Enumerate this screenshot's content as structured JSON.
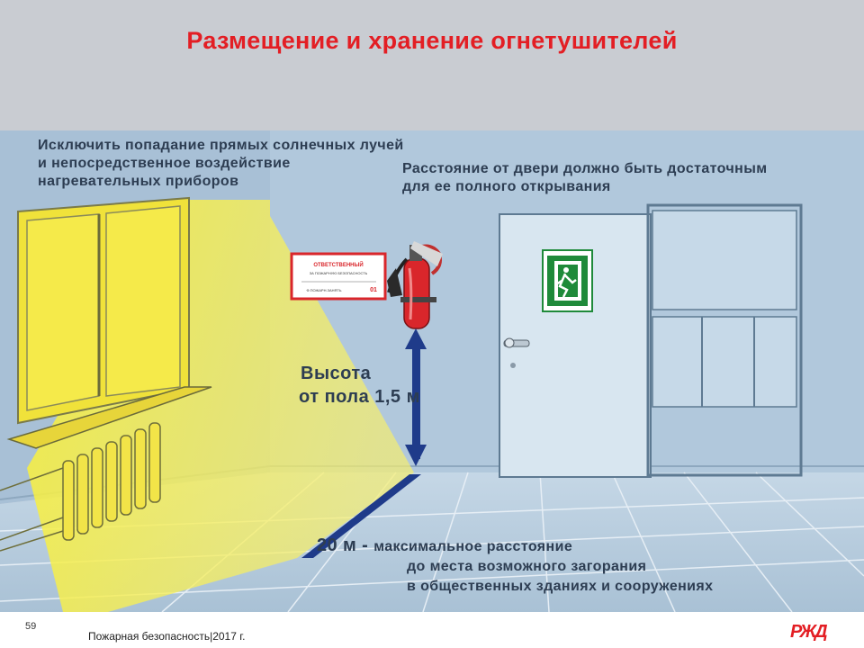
{
  "slide": {
    "title": "Размещение и хранение огнетушителей",
    "page_number": "59",
    "footer_text": "Пожарная безопасность|2017 г.",
    "logo_text": "РЖД"
  },
  "illustration": {
    "sun_caption": [
      "Исключить попадание прямых солнечных лучей",
      "и непосредственное воздействие",
      "нагревательных приборов"
    ],
    "door_caption": [
      "Расстояние от двери должно быть достаточным",
      "для ее полного открывания"
    ],
    "height_caption": [
      "Высота",
      "от пола 1,5 м"
    ],
    "distance_caption": {
      "value": "20 м",
      "lines": [
        "максимальное расстояние",
        "до места возможного загорания",
        "в общественных зданиях и сооружениях"
      ]
    },
    "sign_text": [
      "ОТВЕТСТВЕННЫЙ",
      "ЗА ПОЖАРНУЮ БЕЗОПАСНОСТЬ",
      "Ф.ПОЖАРН.ЗАНЯТЬ",
      "01"
    ]
  },
  "colors": {
    "title": "#e31e24",
    "wall": "#aec6dc",
    "sunlight": "#f3e83c",
    "extinguisher": "#d9262b",
    "exit_sign": "#1f8a3a",
    "arrow": "#1f3b8a"
  }
}
